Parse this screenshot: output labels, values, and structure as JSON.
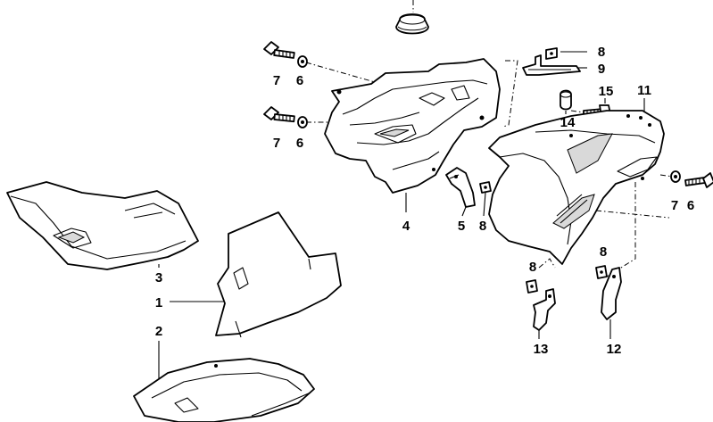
{
  "diagram": {
    "callouts": [
      {
        "id": "c8-top",
        "label": "8"
      },
      {
        "id": "c9",
        "label": "9"
      },
      {
        "id": "c15",
        "label": "15"
      },
      {
        "id": "c14",
        "label": "14"
      },
      {
        "id": "c11",
        "label": "11"
      },
      {
        "id": "c7-a",
        "label": "7"
      },
      {
        "id": "c6-a",
        "label": "6"
      },
      {
        "id": "c7-b",
        "label": "7"
      },
      {
        "id": "c6-b",
        "label": "6"
      },
      {
        "id": "c7-c",
        "label": "7"
      },
      {
        "id": "c6-c",
        "label": "6"
      },
      {
        "id": "c4",
        "label": "4"
      },
      {
        "id": "c5",
        "label": "5"
      },
      {
        "id": "c8-mid",
        "label": "8"
      },
      {
        "id": "c3",
        "label": "3"
      },
      {
        "id": "c1",
        "label": "1"
      },
      {
        "id": "c2",
        "label": "2"
      },
      {
        "id": "c8-low-a",
        "label": "8"
      },
      {
        "id": "c8-low-b",
        "label": "8"
      },
      {
        "id": "c13",
        "label": "13"
      },
      {
        "id": "c12",
        "label": "12"
      }
    ]
  }
}
